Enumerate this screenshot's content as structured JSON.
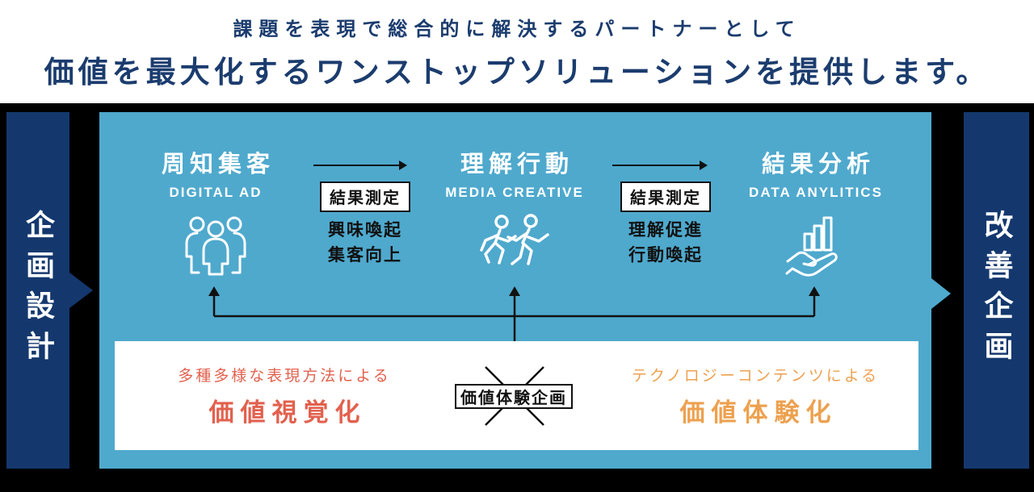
{
  "header": {
    "line1": "課題を表現で総合的に解決するパートナーとして",
    "line2": "価値を最大化するワンストップソリューションを提供します。"
  },
  "left_bar": {
    "label": "企画設計"
  },
  "right_bar": {
    "label": "改善企画"
  },
  "stages": [
    {
      "title": "周知集客",
      "subtitle": "DIGITAL AD",
      "icon": "people-group-icon"
    },
    {
      "title": "理解行動",
      "subtitle": "MEDIA CREATIVE",
      "icon": "runners-icon"
    },
    {
      "title": "結果分析",
      "subtitle": "DATA ANYLITICS",
      "icon": "hand-chart-icon"
    }
  ],
  "measures": [
    {
      "box_label": "結果測定",
      "lines": [
        "興味喚起",
        "集客向上"
      ]
    },
    {
      "box_label": "結果測定",
      "lines": [
        "理解促進",
        "行動喚起"
      ]
    }
  ],
  "bottom": {
    "left": {
      "caption": "多種多様な表現方法による",
      "title": "価値視覚化"
    },
    "center": {
      "label": "価値体験企画"
    },
    "right": {
      "caption": "テクノロジーコンテンツによる",
      "title": "価値体験化"
    }
  },
  "colors": {
    "navy": "#14386e",
    "header_text": "#1b3c6e",
    "panel_blue": "#4fa9cd",
    "matte_black": "#000000",
    "accent_red": "#e2614e",
    "accent_orange": "#eda14f",
    "line_black": "#111111",
    "white": "#ffffff"
  }
}
